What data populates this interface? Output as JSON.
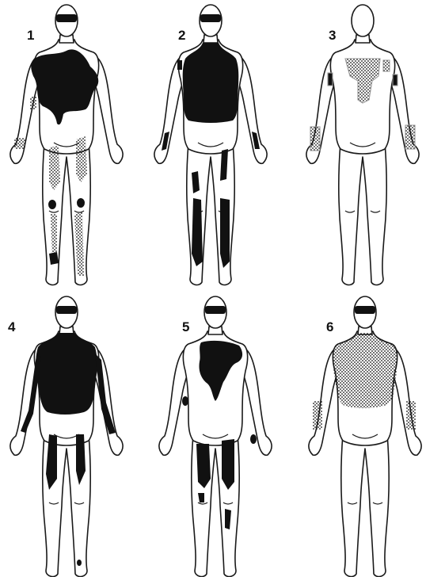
{
  "figure": {
    "panels": [
      {
        "label": "1",
        "colors": {
          "solid": "#111111",
          "stipple": "#111111"
        }
      },
      {
        "label": "2",
        "colors": {
          "solid": "#111111",
          "stipple": "#111111"
        }
      },
      {
        "label": "3",
        "colors": {
          "solid": "#111111",
          "stipple": "#111111"
        }
      },
      {
        "label": "4",
        "colors": {
          "solid": "#111111",
          "stipple": "#111111"
        }
      },
      {
        "label": "5",
        "colors": {
          "solid": "#111111",
          "stipple": "#111111"
        }
      },
      {
        "label": "6",
        "colors": {
          "solid": "#111111",
          "stipple": "#111111"
        }
      }
    ]
  }
}
